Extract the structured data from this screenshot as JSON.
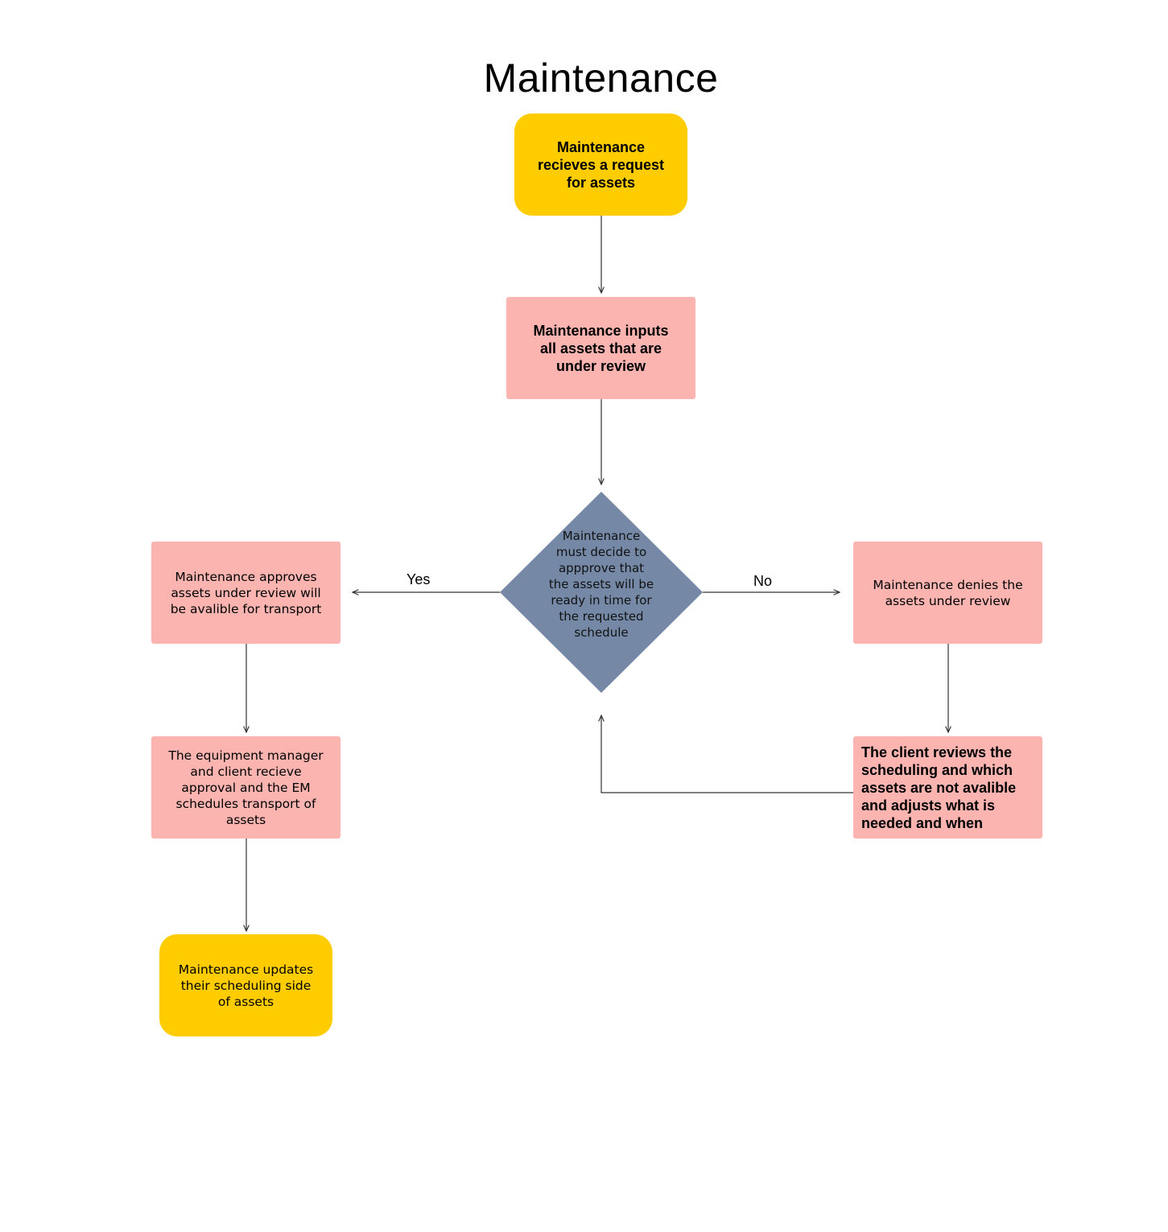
{
  "title": "Maintenance",
  "colors": {
    "terminal": "#ffcc00",
    "process": "#fbb4af",
    "decision": "#7589a7",
    "connector": "#333333"
  },
  "nodes": {
    "start": "Maintenance recieves a request for assets",
    "input_assets": "Maintenance inputs all assets that are under review",
    "decision": "Maintenance must decide to appprove that the assets will be ready in time for the requested schedule",
    "approve": "Maintenance approves assets under review will be avalible for transport",
    "deny": "Maintenance denies the assets under review",
    "schedule_transport": "The equipment manager and client recieve approval and the EM schedules transport of assets",
    "client_review": "The client reviews the scheduling and which assets are not avalible and adjusts what is needed and when",
    "end": "Maintenance updates their scheduling side of assets"
  },
  "edge_labels": {
    "yes": "Yes",
    "no": "No"
  }
}
